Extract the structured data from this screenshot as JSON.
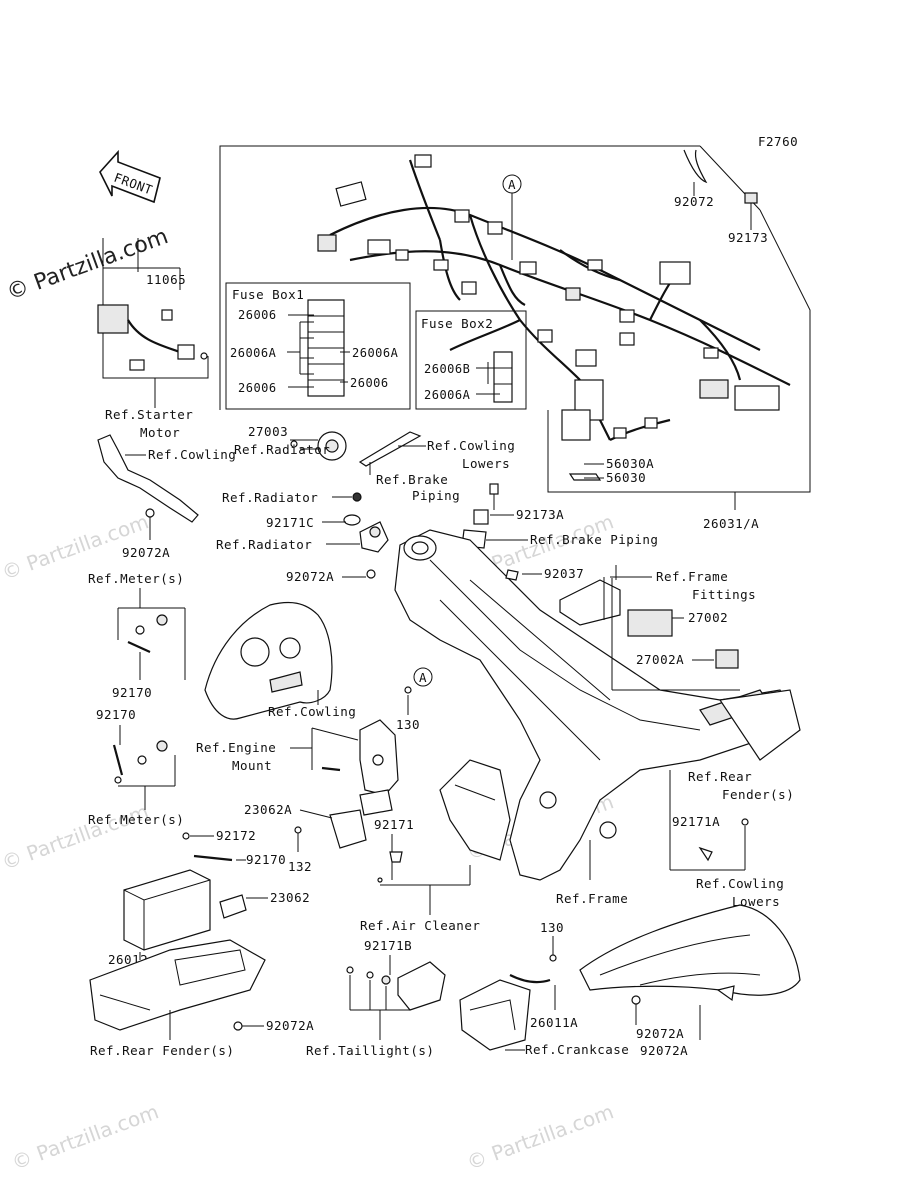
{
  "figure_code": "F2760",
  "front_label": "FRONT",
  "watermark": "© Partzilla.com",
  "fuse_box_1": {
    "title": "Fuse Box1",
    "codes": [
      "26006",
      "26006A",
      "26006A",
      "26006",
      "26006"
    ]
  },
  "fuse_box_2": {
    "title": "Fuse Box2",
    "codes": [
      "26006B",
      "26006A"
    ]
  },
  "callout_a": "A",
  "labels": {
    "p92072_top": "92072",
    "p92173_top": "92173",
    "p11065": "11065",
    "ref_starter_motor_1": "Ref.Starter",
    "ref_starter_motor_2": "Motor",
    "p27003": "27003",
    "ref_cowling_lowers_1": "Ref.Cowling",
    "ref_cowling_lowers_2": "Lowers",
    "ref_cowling_1": "Ref.Cowling",
    "ref_radiator_1": "Ref.Radiator",
    "ref_brake_piping_1": "Ref.Brake",
    "ref_brake_piping_1b": "Piping",
    "ref_radiator_2": "Ref.Radiator",
    "p56030a": "56030A",
    "p56030": "56030",
    "p26031a": "26031/A",
    "p92173a": "92173A",
    "p92171c": "92171C",
    "p92072a_1": "92072A",
    "ref_brake_piping_2": "Ref.Brake Piping",
    "ref_radiator_3": "Ref.Radiator",
    "ref_meter_1": "Ref.Meter(s)",
    "p92072a_2": "92072A",
    "p92037": "92037",
    "ref_frame_fittings_1": "Ref.Frame",
    "ref_frame_fittings_2": "Fittings",
    "p27002": "27002",
    "p27002a": "27002A",
    "p92170_1": "92170",
    "p92170_2": "92170",
    "ref_cowling_2": "Ref.Cowling",
    "p130_1": "130",
    "ref_engine_mount_1": "Ref.Engine",
    "ref_engine_mount_2": "Mount",
    "ref_rear_fender_1": "Ref.Rear",
    "ref_rear_fender_2": "Fender(s)",
    "ref_meter_2": "Ref.Meter(s)",
    "p23062a": "23062A",
    "p92171": "92171",
    "p92171a": "92171A",
    "p92172": "92172",
    "p92170_3": "92170",
    "p132": "132",
    "p23062": "23062",
    "ref_frame": "Ref.Frame",
    "ref_cowling_lowers_3": "Ref.Cowling",
    "ref_cowling_lowers_4": "Lowers",
    "ref_air_cleaner": "Ref.Air Cleaner",
    "p26012": "26012",
    "p130_2": "130",
    "p92171b": "92171B",
    "p26011a": "26011A",
    "p92072a_3": "92072A",
    "p92072a_4": "92072A",
    "p92072a_5": "92072A",
    "ref_rear_fender_3": "Ref.Rear Fender(s)",
    "ref_taillight": "Ref.Taillight(s)",
    "ref_crankcase": "Ref.Crankcase"
  }
}
